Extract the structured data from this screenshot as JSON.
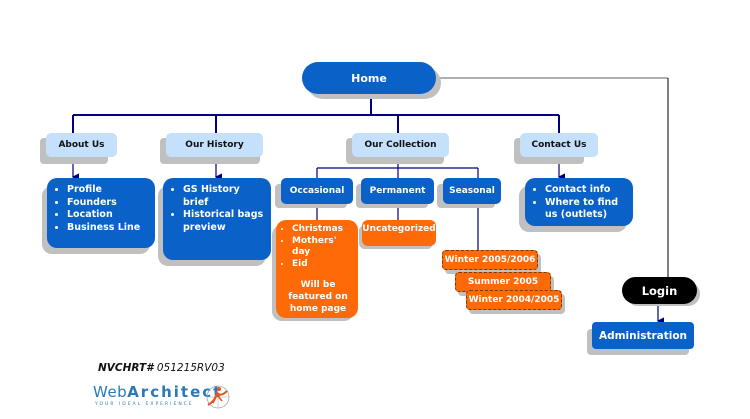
{
  "diagram": {
    "root": {
      "label": "Home"
    },
    "sections": [
      {
        "label": "About Us",
        "items": [
          "Profile",
          "Founders",
          "Location",
          "Business Line"
        ]
      },
      {
        "label": "Our History",
        "items": [
          "GS History brief",
          "Historical bags preview"
        ]
      },
      {
        "label": "Our Collection",
        "children": [
          {
            "label": "Occasional",
            "items": [
              "Christmas",
              "Mothers' day",
              "Eid"
            ],
            "note": "Will be featured on home page"
          },
          {
            "label": "Permanent",
            "items": [
              "Uncategorized"
            ]
          },
          {
            "label": "Seasonal",
            "items": [
              "Winter 2005/2006",
              "Summer 2005",
              "Winter 2004/2005"
            ]
          }
        ]
      },
      {
        "label": "Contact Us",
        "items": [
          "Contact info",
          "Where to find us (outlets)"
        ]
      }
    ],
    "login": {
      "label": "Login",
      "child": "Administration"
    }
  },
  "footer": {
    "code_label": "NVCHRT#",
    "code_value": "051215RV03",
    "logo_web": "Web",
    "logo_architect": "Architect",
    "logo_tagline": "YOUR IDEAL EXPERIENCE"
  },
  "colors": {
    "primary_blue": "#0a62c8",
    "light_blue": "#c4e0fb",
    "orange": "#ff6a08",
    "black": "#000000",
    "connector": "#00007a"
  }
}
